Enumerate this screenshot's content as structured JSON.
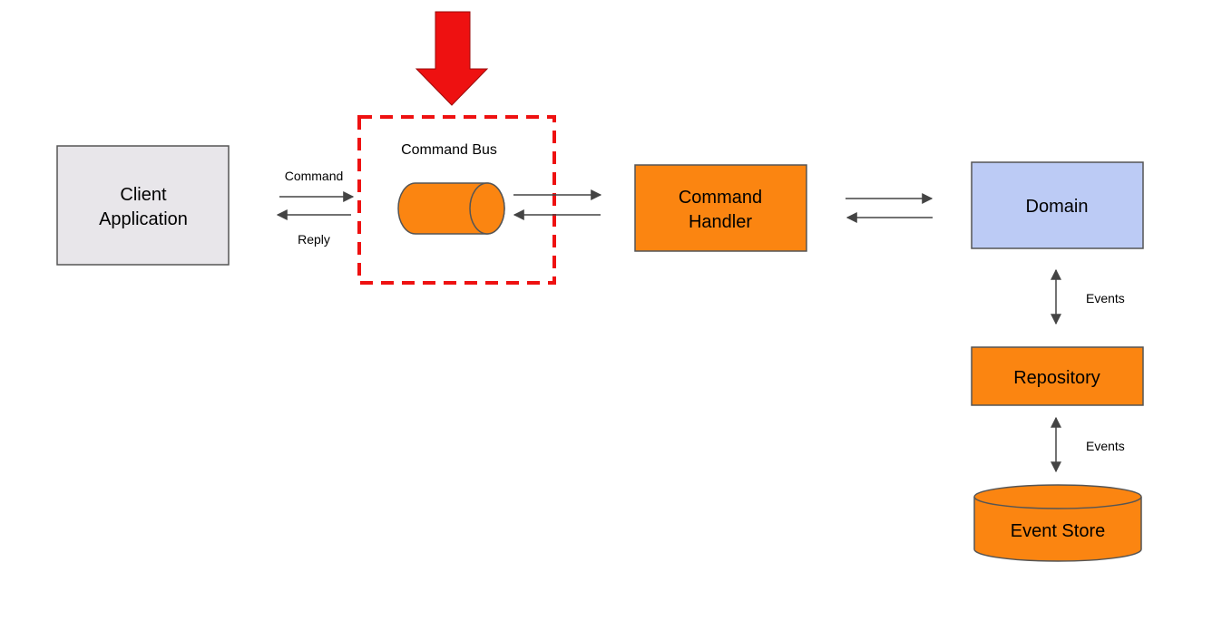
{
  "colors": {
    "client_fill": "#e8e6ea",
    "orange_fill": "#fb8511",
    "domain_fill": "#bccbf5",
    "box_stroke": "#555555",
    "highlight_red": "#ee1111",
    "arrow_gray": "#444444"
  },
  "client": {
    "line1": "Client",
    "line2": "Application"
  },
  "command_bus": {
    "label": "Command Bus",
    "highlighted": true
  },
  "command_handler": {
    "line1": "Command",
    "line2": "Handler"
  },
  "domain": {
    "label": "Domain"
  },
  "repository": {
    "label": "Repository"
  },
  "event_store": {
    "label": "Event Store"
  },
  "edges": {
    "command_label": "Command",
    "reply_label": "Reply",
    "events_upper_label": "Events",
    "events_lower_label": "Events"
  }
}
